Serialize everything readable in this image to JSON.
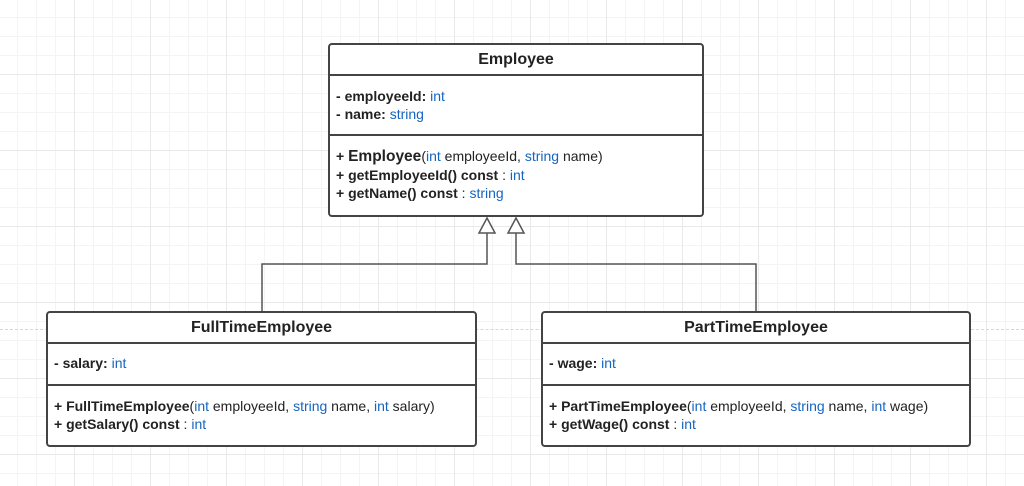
{
  "diagram": {
    "classes": {
      "employee": {
        "name": "Employee",
        "attributes": [
          {
            "prefix": "- ",
            "name": "employeeId:",
            "type": "int"
          },
          {
            "prefix": "- ",
            "name": "name:",
            "type": "string"
          }
        ],
        "constructor": {
          "prefix": "+ ",
          "name": "Employee",
          "open": "(",
          "p1_type": "int",
          "p1_name": " employeeId, ",
          "p2_type": "string",
          "p2_name": " name)"
        },
        "methods": [
          {
            "prefix": "+ ",
            "name": "getEmployeeId() const",
            "sep": " : ",
            "type": "int"
          },
          {
            "prefix": "+ ",
            "name": "getName() const",
            "sep": " : ",
            "type": "string"
          }
        ]
      },
      "fulltime": {
        "name": "FullTimeEmployee",
        "attributes": [
          {
            "prefix": "- ",
            "name": "salary:",
            "type": "int"
          }
        ],
        "constructor": {
          "prefix": "+ ",
          "name": "FullTimeEmployee",
          "open": "(",
          "p1_type": "int",
          "p1_name": " employeeId, ",
          "p2_type": "string",
          "p2_name": " name, ",
          "p3_type": "int",
          "p3_name": " salary)"
        },
        "methods": [
          {
            "prefix": "+ ",
            "name": "getSalary() const",
            "sep": " : ",
            "type": "int"
          }
        ]
      },
      "parttime": {
        "name": "PartTimeEmployee",
        "attributes": [
          {
            "prefix": "- ",
            "name": "wage:",
            "type": "int"
          }
        ],
        "constructor": {
          "prefix": "+ ",
          "name": "PartTimeEmployee",
          "open": "(",
          "p1_type": "int",
          "p1_name": " employeeId, ",
          "p2_type": "string",
          "p2_name": " name, ",
          "p3_type": "int",
          "p3_name": " wage)"
        },
        "methods": [
          {
            "prefix": "+ ",
            "name": "getWage() const",
            "sep": " : ",
            "type": "int"
          }
        ]
      }
    },
    "relations": [
      {
        "type": "inheritance",
        "from": "FullTimeEmployee",
        "to": "Employee"
      },
      {
        "type": "inheritance",
        "from": "PartTimeEmployee",
        "to": "Employee"
      }
    ],
    "colors": {
      "type_text": "#1565c0",
      "border": "#444444",
      "grid": "#e9e9e9"
    }
  }
}
